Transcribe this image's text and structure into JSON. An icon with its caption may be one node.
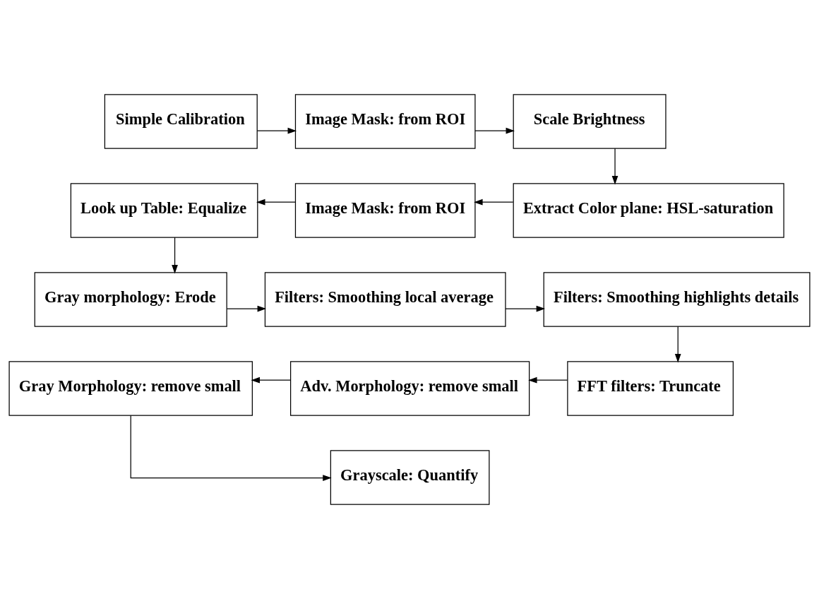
{
  "diagram": {
    "nodes": [
      {
        "text": [
          "Simple Calibration"
        ]
      },
      {
        "text": [
          "Image Mask: from ROI"
        ]
      },
      {
        "text": [
          "Scale Brightness"
        ]
      },
      {
        "text": [
          "Extract Color plane: HSL-saturation"
        ]
      },
      {
        "text": [
          "Image Mask: from ROI"
        ]
      },
      {
        "text": [
          "Look up Table: Equalize"
        ]
      },
      {
        "text": [
          "Gray morphology: Erode"
        ]
      },
      {
        "text": [
          "Filters: Smoothing local average"
        ]
      },
      {
        "text": [
          "Filters: Smoothing highlights details"
        ]
      },
      {
        "text": [
          "FFT filters: Truncate"
        ]
      },
      {
        "text": [
          "Adv. Morphology: remove small"
        ]
      },
      {
        "text": [
          "Gray Morphology: remove small"
        ]
      },
      {
        "text": [
          "Grayscale: Quantify"
        ]
      }
    ],
    "edges": [
      {
        "from": 0,
        "to": 1,
        "arrow": "to"
      },
      {
        "from": 1,
        "to": 2,
        "arrow": "to"
      },
      {
        "from": 2,
        "to": 3,
        "arrow": "to"
      },
      {
        "from": 3,
        "to": 4,
        "arrow": "to"
      },
      {
        "from": 4,
        "to": 5,
        "arrow": "to"
      },
      {
        "from": 5,
        "to": 6,
        "arrow": "to"
      },
      {
        "from": 6,
        "to": 7,
        "arrow": "to"
      },
      {
        "from": 7,
        "to": 8,
        "arrow": "to"
      },
      {
        "from": 8,
        "to": 9,
        "arrow": "to"
      },
      {
        "from": 9,
        "to": 10,
        "arrow": "to"
      },
      {
        "from": 10,
        "to": 11,
        "arrow": "to"
      },
      {
        "from": 11,
        "to": 12,
        "arrow": "to"
      }
    ]
  }
}
